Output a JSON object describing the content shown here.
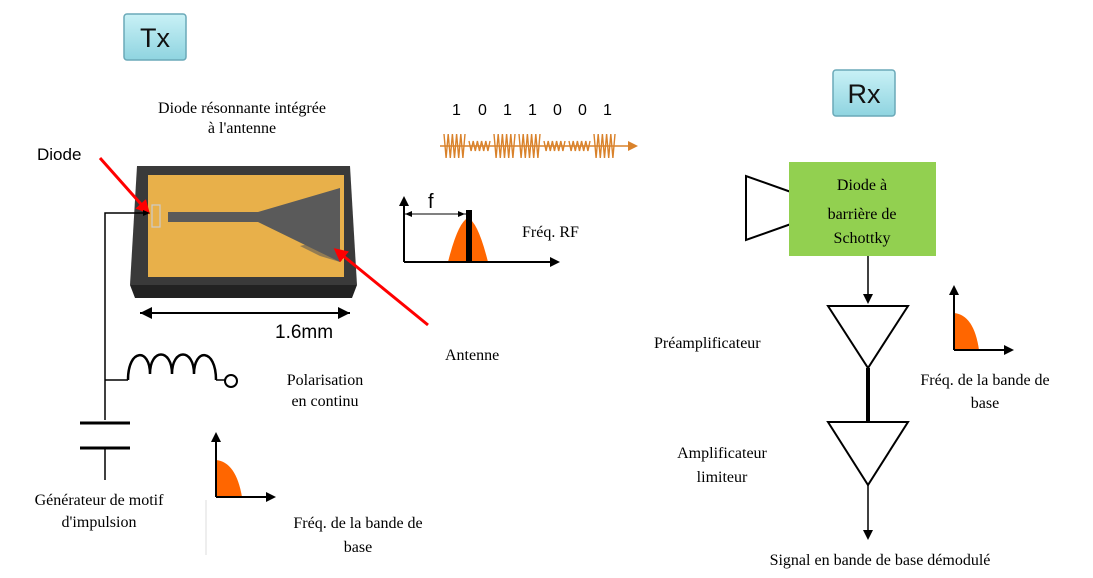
{
  "tx": {
    "badge": "Tx",
    "diode_title_1": "Diode résonnante intégrée",
    "diode_title_2": "à l'antenne",
    "diode_label": "Diode",
    "dimension": "1.6mm",
    "antenna_label": "Antenne",
    "bias_1": "Polarisation",
    "bias_2": "en continu",
    "generator_1": "Générateur de motif",
    "generator_2": "d'impulsion",
    "baseband_1": "Fréq. de la bande de",
    "baseband_2": "base",
    "rf_freq": "Fréq. RF",
    "f_label": "f",
    "bits": [
      "1",
      "0",
      "1",
      "1",
      "0",
      "0",
      "1"
    ]
  },
  "rx": {
    "badge": "Rx",
    "schottky_1": "Diode à",
    "schottky_2": "barrière de",
    "schottky_3": "Schottky",
    "preamp": "Préamplificateur",
    "limiter_1": "Amplificateur",
    "limiter_2": "limiteur",
    "baseband_1": "Fréq. de la bande de",
    "baseband_2": "base",
    "output": "Signal en bande de base démodulé"
  },
  "colors": {
    "badge_fill": "#9fe0ea",
    "badge_border": "#6aa9b8",
    "schottky_fill": "#92d050",
    "spectrum_fill": "#ff6600",
    "arrow_red": "#ff0000",
    "antenna_gold": "#e8b04a",
    "chip_dark": "#3a3a3a",
    "wave_orange": "#d9822b"
  }
}
